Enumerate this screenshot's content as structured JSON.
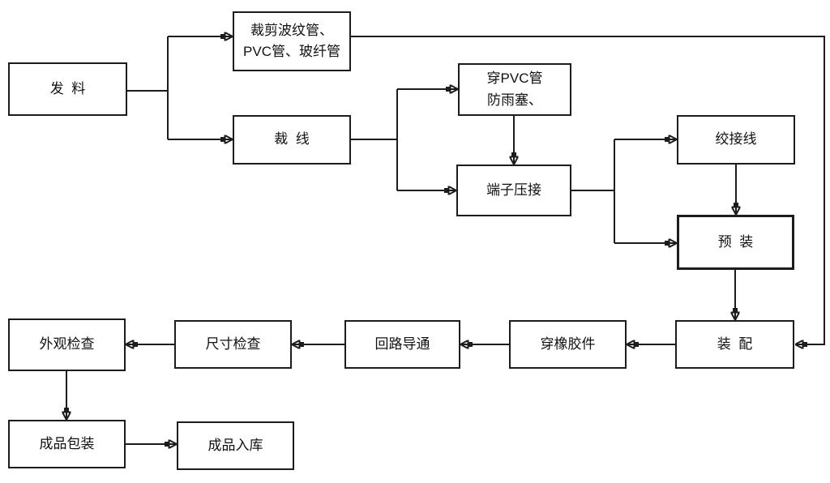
{
  "diagram": {
    "kind": "flowchart",
    "colors": {
      "line": "#1c1c1c",
      "box_border": "#1c1c1c",
      "text": "#111111",
      "background": "#ffffff"
    },
    "nodes": [
      {
        "id": "dispatch-material",
        "label": "发  料"
      },
      {
        "id": "cut-tubes",
        "label": "裁剪波纹管、\nPVC管、玻纤管"
      },
      {
        "id": "cut-wire",
        "label": "裁  线"
      },
      {
        "id": "thread-pvc-tube",
        "label": "穿PVC管\n防雨塞、"
      },
      {
        "id": "terminal-crimping",
        "label": "端子压接"
      },
      {
        "id": "twist-wires",
        "label": "绞接线"
      },
      {
        "id": "pre-assembly",
        "label": "预  装"
      },
      {
        "id": "assembly",
        "label": "装  配"
      },
      {
        "id": "thread-rubber-parts",
        "label": "穿橡胶件"
      },
      {
        "id": "circuit-continuity",
        "label": "回路导通"
      },
      {
        "id": "dimension-inspection",
        "label": "尺寸检查"
      },
      {
        "id": "visual-inspection",
        "label": "外观检查"
      },
      {
        "id": "finished-product-packing",
        "label": "成品包装"
      },
      {
        "id": "finished-product-warehousing",
        "label": "成品入库"
      }
    ],
    "edges": [
      {
        "from": "dispatch-material",
        "to": "cut-tubes"
      },
      {
        "from": "dispatch-material",
        "to": "cut-wire"
      },
      {
        "from": "cut-tubes",
        "to": "assembly"
      },
      {
        "from": "cut-wire",
        "to": "thread-pvc-tube"
      },
      {
        "from": "cut-wire",
        "to": "terminal-crimping"
      },
      {
        "from": "thread-pvc-tube",
        "to": "terminal-crimping"
      },
      {
        "from": "terminal-crimping",
        "to": "twist-wires"
      },
      {
        "from": "terminal-crimping",
        "to": "pre-assembly"
      },
      {
        "from": "twist-wires",
        "to": "pre-assembly"
      },
      {
        "from": "pre-assembly",
        "to": "assembly"
      },
      {
        "from": "assembly",
        "to": "thread-rubber-parts"
      },
      {
        "from": "thread-rubber-parts",
        "to": "circuit-continuity"
      },
      {
        "from": "circuit-continuity",
        "to": "dimension-inspection"
      },
      {
        "from": "dimension-inspection",
        "to": "visual-inspection"
      },
      {
        "from": "visual-inspection",
        "to": "finished-product-packing"
      },
      {
        "from": "finished-product-packing",
        "to": "finished-product-warehousing"
      }
    ]
  }
}
